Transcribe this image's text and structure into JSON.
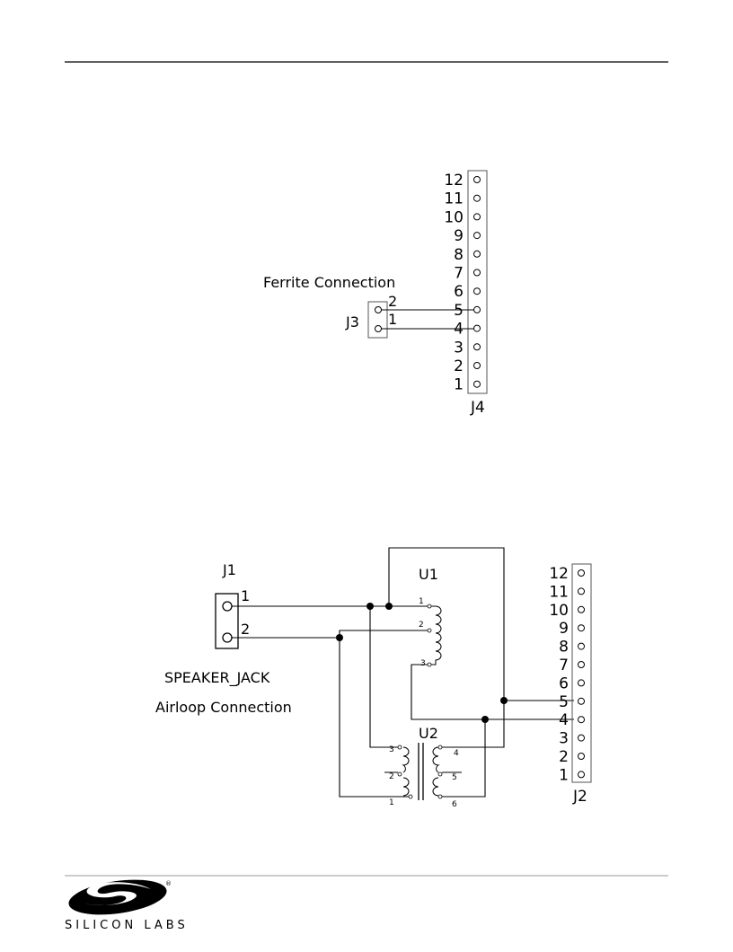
{
  "ferrite": {
    "caption": "Ferrite Connection",
    "connector_label": "J3",
    "connector_pins": [
      "2",
      "1"
    ],
    "header_label": "J4",
    "header_pins": [
      "12",
      "11",
      "10",
      "9",
      "8",
      "7",
      "6",
      "5",
      "4",
      "3",
      "2",
      "1"
    ]
  },
  "airloop": {
    "jack_label": "J1",
    "jack_pins": [
      "1",
      "2"
    ],
    "jack_name": "SPEAKER_JACK",
    "caption": "Airloop Connection",
    "transformer1_label": "U1",
    "transformer1_pins": [
      "1",
      "2",
      "3"
    ],
    "transformer2_label": "U2",
    "transformer2_left_pins": [
      "3",
      "2",
      "1"
    ],
    "transformer2_right_pins": [
      "4",
      "5",
      "6"
    ],
    "header_label": "J2",
    "header_pins": [
      "12",
      "11",
      "10",
      "9",
      "8",
      "7",
      "6",
      "5",
      "4",
      "3",
      "2",
      "1"
    ]
  },
  "footer": {
    "logo_text": "SILICON LABS",
    "logo_mark": "®"
  }
}
